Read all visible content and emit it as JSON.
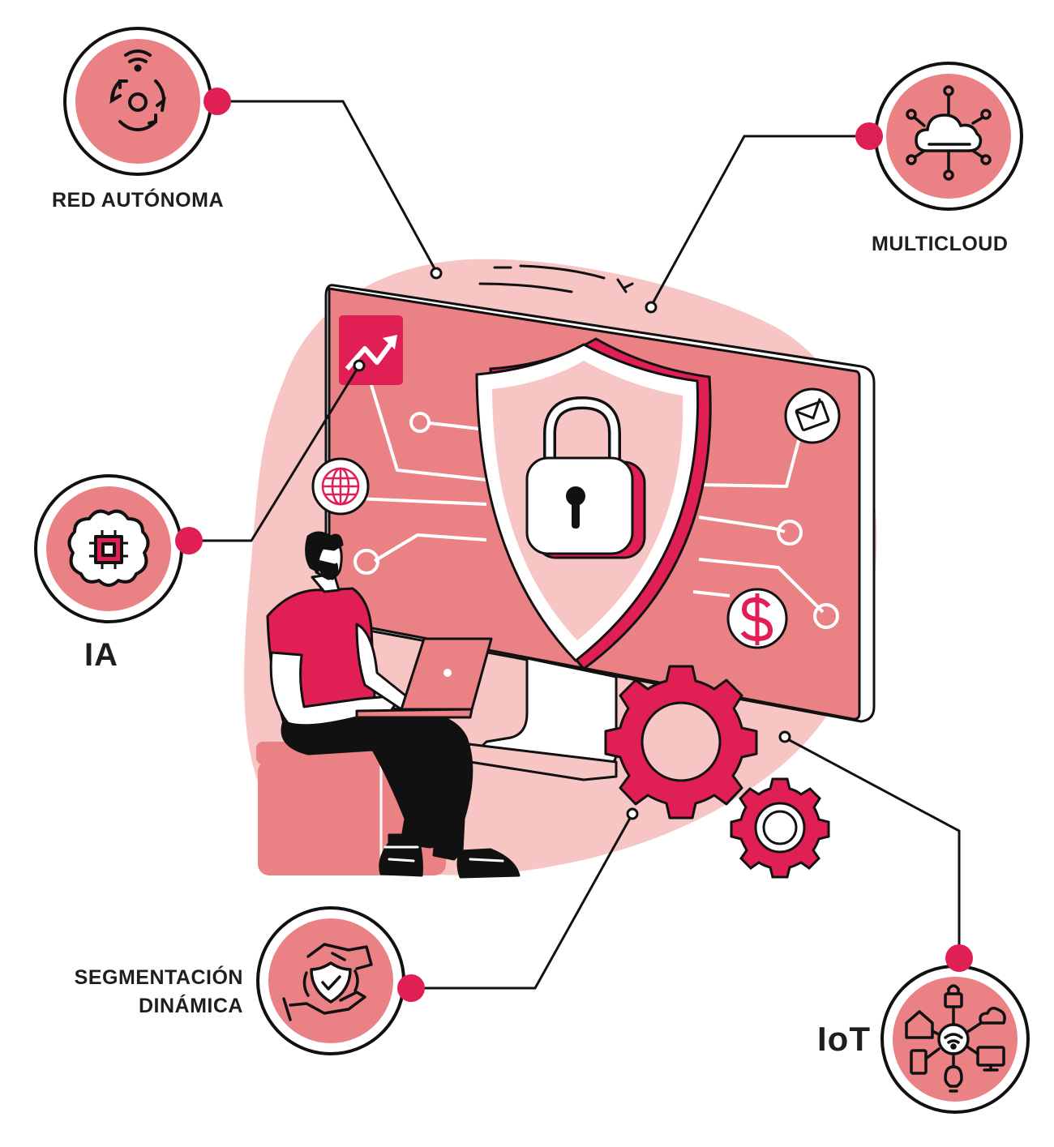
{
  "labels": {
    "red_autonoma": "RED AUTÓNOMA",
    "multicloud": "MULTICLOUD",
    "ia": "IA",
    "segmentacion_line1": "SEGMENTACIÓN",
    "segmentacion_line2": "DINÁMICA",
    "iot": "IoT"
  },
  "colors": {
    "accent": "#e01f54",
    "salmon": "#e98185",
    "blush": "#f6c5c4",
    "outline": "#111111",
    "white": "#ffffff"
  },
  "icons": [
    "wifi-rotate-icon",
    "cloud-network-icon",
    "brain-chip-icon",
    "shield-hands-icon",
    "iot-hub-icon",
    "lock-icon",
    "shield-icon",
    "trend-up-icon",
    "globe-icon",
    "mail-icon",
    "dollar-icon",
    "gear-icon"
  ]
}
